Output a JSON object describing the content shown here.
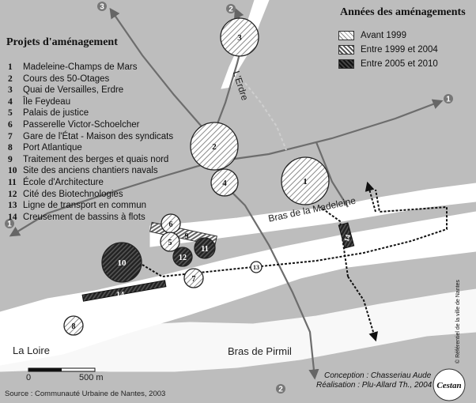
{
  "projects_title": "Projets d'aménagement",
  "projects": [
    {
      "num": "1",
      "label": "Madeleine-Champs de Mars"
    },
    {
      "num": "2",
      "label": "Cours des 50-Otages"
    },
    {
      "num": "3",
      "label": "Quai de Versailles, Erdre"
    },
    {
      "num": "4",
      "label": "Île Feydeau"
    },
    {
      "num": "5",
      "label": "Palais de justice"
    },
    {
      "num": "6",
      "label": "Passerelle Victor-Schoelcher"
    },
    {
      "num": "7",
      "label": "Gare de l'État - Maison des syndicats"
    },
    {
      "num": "8",
      "label": "Port Atlantique"
    },
    {
      "num": "9",
      "label": "Traitement des berges et quais nord"
    },
    {
      "num": "10",
      "label": "Site des anciens chantiers navals"
    },
    {
      "num": "11",
      "label": "École d'Architecture"
    },
    {
      "num": "12",
      "label": "Cité des Biotechnologies"
    },
    {
      "num": "13",
      "label": "Ligne de transport en commun"
    },
    {
      "num": "14",
      "label": "Creusement de bassins à flots"
    }
  ],
  "periods_title": "Années des aménagements",
  "periods": [
    {
      "label": "Avant 1999",
      "color": "#dcdcdc"
    },
    {
      "label": "Entre 1999 et 2004",
      "color": "#9a9a9a"
    },
    {
      "label": "Entre 2005 et 2010",
      "color": "#3a3a3a"
    }
  ],
  "place_labels": {
    "erdre": "L'Erdre",
    "madeleine": "Bras de la Madeleine",
    "loire": "La Loire",
    "pirmil": "Bras de Pirmil"
  },
  "road_numbers": [
    "1",
    "2",
    "3"
  ],
  "scale": {
    "zero": "0",
    "distance": "500 m"
  },
  "source": "Source : Communauté Urbaine de Nantes, 2003",
  "conception": "Conception : Chasseriau Aude",
  "realisation": "Réalisation : Plu-Allard Th., 2004",
  "referentiel": "© Référentiel de la ville de Nantes",
  "logo_text": "Cestan",
  "colors": {
    "background": "#bdbdbd",
    "river": "#ffffff",
    "road": "#6b6b6b",
    "dark": "#333333"
  }
}
